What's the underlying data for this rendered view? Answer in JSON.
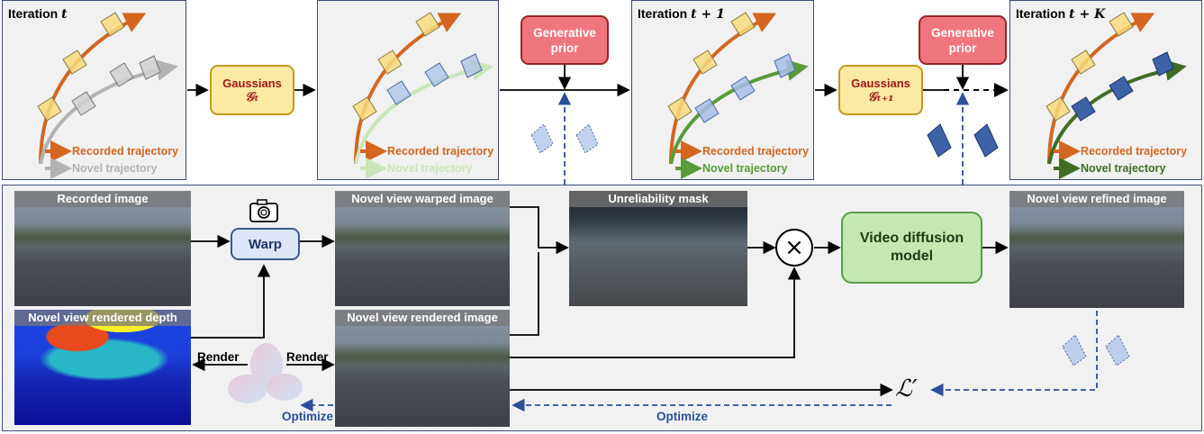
{
  "colors": {
    "recorded": "#d4661f",
    "novel_gray": "#b3b3b3",
    "novel_light": "#c9e6b8",
    "novel_green": "#5a9b38",
    "novel_dark": "#3f6d24",
    "camera_fill": "#f7dc7c",
    "camera_blue_light": "#a8bde6",
    "camera_blue_dark": "#3e62a8",
    "dashed_blue": "#2b4f9b"
  },
  "top": {
    "panel1": {
      "title_prefix": "Iteration ",
      "title_math": "t",
      "legend_recorded": "Recorded trajectory",
      "legend_novel": "Novel trajectory"
    },
    "gaussians1": {
      "label": "Gaussians",
      "math": "𝒢ₜ"
    },
    "panel2": {
      "legend_recorded": "Recorded trajectory",
      "legend_novel": "Novel trajectory"
    },
    "generative1": {
      "line1": "Generative",
      "line2": "prior"
    },
    "panel3": {
      "title_prefix": "Iteration ",
      "title_math": "t + 1",
      "legend_recorded": "Recorded trajectory",
      "legend_novel": "Novel trajectory"
    },
    "generative2": {
      "line1": "Generative",
      "line2": "prior"
    },
    "gaussians2": {
      "label": "Gaussians",
      "math": "𝒢ₜ₊₁"
    },
    "panel4": {
      "title_prefix": "Iteration ",
      "title_math": "t + K",
      "legend_recorded": "Recorded trajectory",
      "legend_novel": "Novel trajectory"
    }
  },
  "bottom": {
    "recorded_image": "Recorded image",
    "rendered_depth": "Novel view rendered depth",
    "warp": "Warp",
    "warped_image": "Novel view warped image",
    "rendered_image": "Novel view rendered image",
    "unreliability_mask": "Unreliability mask",
    "multiply_symbol": "×",
    "video_diffusion_line1": "Video diffusion",
    "video_diffusion_line2": "model",
    "refined_image": "Novel view refined image",
    "render_left": "Render",
    "render_right": "Render",
    "optimize_left": "Optimize",
    "optimize_center": "Optimize",
    "loss": "ℒ′",
    "camera_icon": "camera-icon"
  }
}
